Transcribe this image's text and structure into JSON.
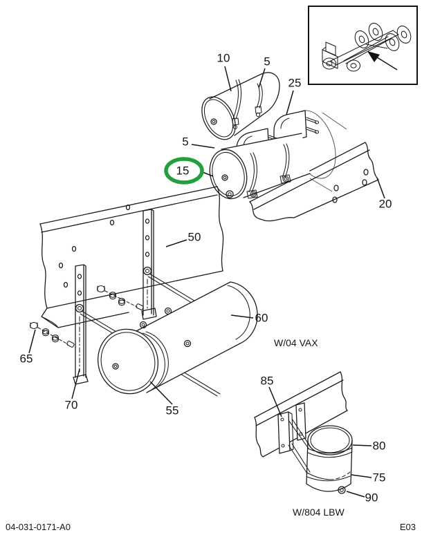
{
  "page": {
    "footer_left": "04-031-0171-A0",
    "footer_right": "E03"
  },
  "figure": {
    "captions": {
      "main_variant": "W/04 VAX",
      "alt_variant": "W/804 LBW"
    },
    "highlight": {
      "color": "#1fa13c",
      "highlighted_callout": "15"
    },
    "icons": {
      "locator_arrow": "arrow-up-left"
    },
    "callouts": [
      {
        "label": "10"
      },
      {
        "label": "5"
      },
      {
        "label": "25"
      },
      {
        "label": "5"
      },
      {
        "label": "15"
      },
      {
        "label": "20"
      },
      {
        "label": "50"
      },
      {
        "label": "60"
      },
      {
        "label": "65"
      },
      {
        "label": "70"
      },
      {
        "label": "55"
      },
      {
        "label": "85"
      },
      {
        "label": "80"
      },
      {
        "label": "75"
      },
      {
        "label": "90"
      }
    ]
  }
}
